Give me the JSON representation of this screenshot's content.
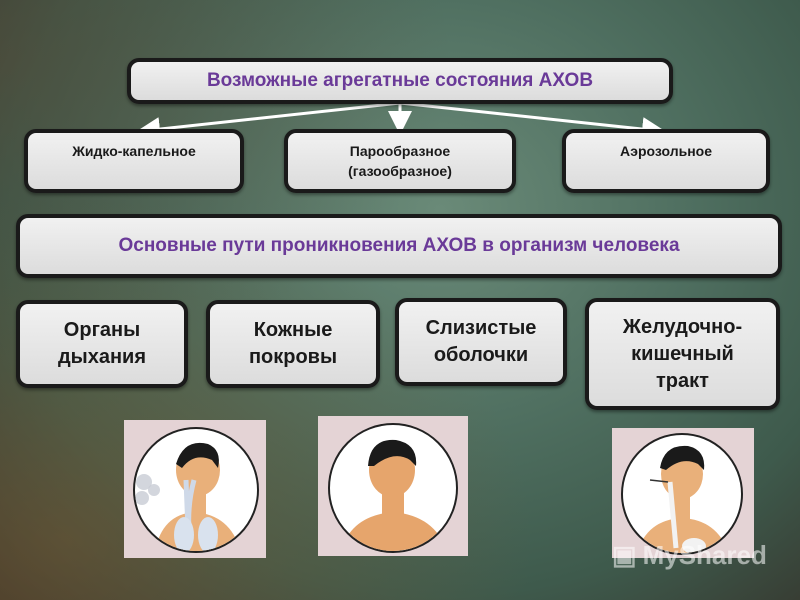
{
  "top_title": "Возможные агрегатные состояния АХОВ",
  "states": [
    "Жидко-капельное",
    "Парообразное (газообразное)",
    "Аэрозольное"
  ],
  "paths_title": "Основные пути проникновения АХОВ в организм человека",
  "routes": [
    "Органы дыхания",
    "Кожные покровы",
    "Слизистые оболочки",
    "Желудочно-кишечный тракт"
  ],
  "watermark": "MyShared",
  "colors": {
    "title_text": "#6a3a98",
    "box_fill": "#e6e6e6",
    "box_border": "#1a1a1a",
    "arrow": "#ffffff"
  }
}
